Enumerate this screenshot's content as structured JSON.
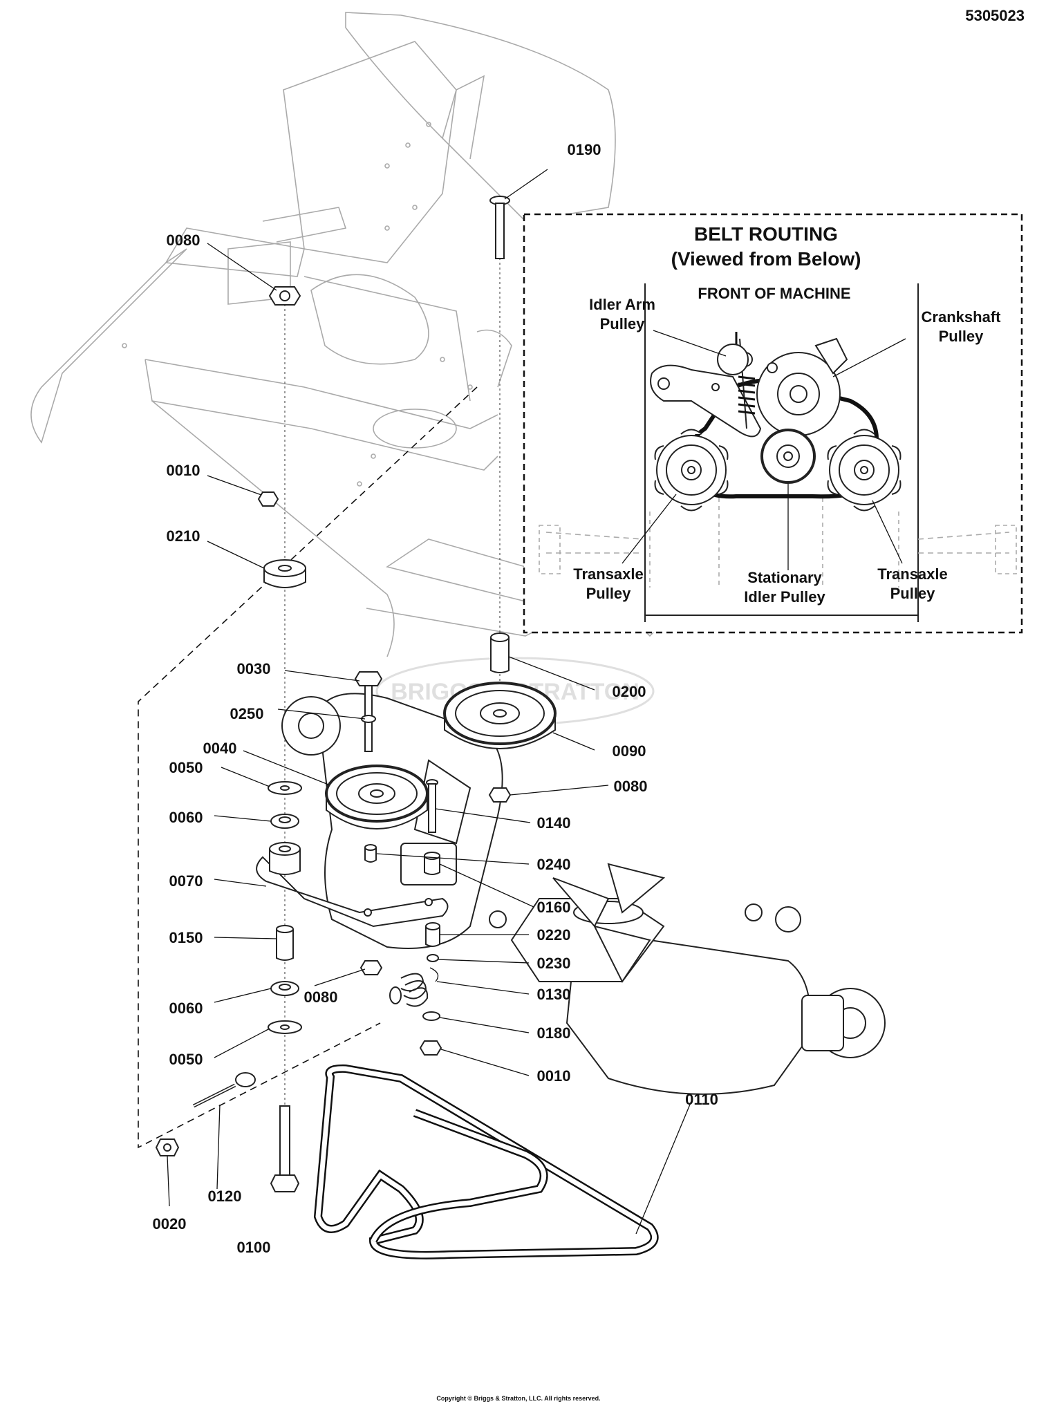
{
  "header": {
    "diagram_number": "5305023"
  },
  "footer": {
    "copyright": "Copyright © Briggs & Stratton, LLC. All rights reserved."
  },
  "watermark": "BRIGGS & STRATTON",
  "part_callouts": {
    "p0190": "0190",
    "p0080_top": "0080",
    "p0010_top": "0010",
    "p0210": "0210",
    "p0030": "0030",
    "p0250": "0250",
    "p0040": "0040",
    "p0050_top": "0050",
    "p0060_top": "0060",
    "p0070": "0070",
    "p0150": "0150",
    "p0060_bot": "0060",
    "p0050_bot": "0050",
    "p0080_mid": "0080",
    "p0200": "0200",
    "p0090": "0090",
    "p0080_right": "0080",
    "p0140": "0140",
    "p0240": "0240",
    "p0160": "0160",
    "p0220": "0220",
    "p0230": "0230",
    "p0130": "0130",
    "p0180": "0180",
    "p0010_bot": "0010",
    "p0110": "0110",
    "p0120": "0120",
    "p0020": "0020",
    "p0100": "0100"
  },
  "belt_routing": {
    "title": "BELT ROUTING",
    "subtitle": "(Viewed from Below)",
    "front_label": "FRONT OF MACHINE",
    "idler_arm_line1": "Idler Arm",
    "idler_arm_line2": "Pulley",
    "crankshaft_line1": "Crankshaft",
    "crankshaft_line2": "Pulley",
    "transaxle_left_line1": "Transaxle",
    "transaxle_left_line2": "Pulley",
    "stationary_line1": "Stationary",
    "stationary_line2": "Idler Pulley",
    "transaxle_right_line1": "Transaxle",
    "transaxle_right_line2": "Pulley"
  }
}
